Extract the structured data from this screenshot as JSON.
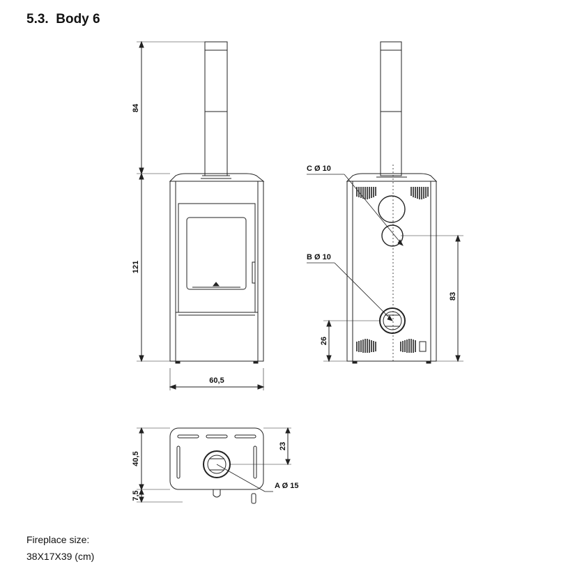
{
  "header": {
    "section_title": "5.3.  Body 6"
  },
  "front_view": {
    "dim_chimney_height": "84",
    "dim_body_height": "121",
    "dim_width": "60,5"
  },
  "rear_view": {
    "label_c": "C Ø 10",
    "label_b": "B Ø 10",
    "dim_outlet_c_height": "83",
    "dim_outlet_b_height": "26"
  },
  "top_view": {
    "dim_depth": "40,5",
    "dim_offset": "7,5",
    "dim_outlet_a_offset": "23",
    "label_a": "A Ø 15"
  },
  "footer": {
    "fireplace_label": "Fireplace size:",
    "fireplace_value": "38X17X39 (cm)"
  }
}
